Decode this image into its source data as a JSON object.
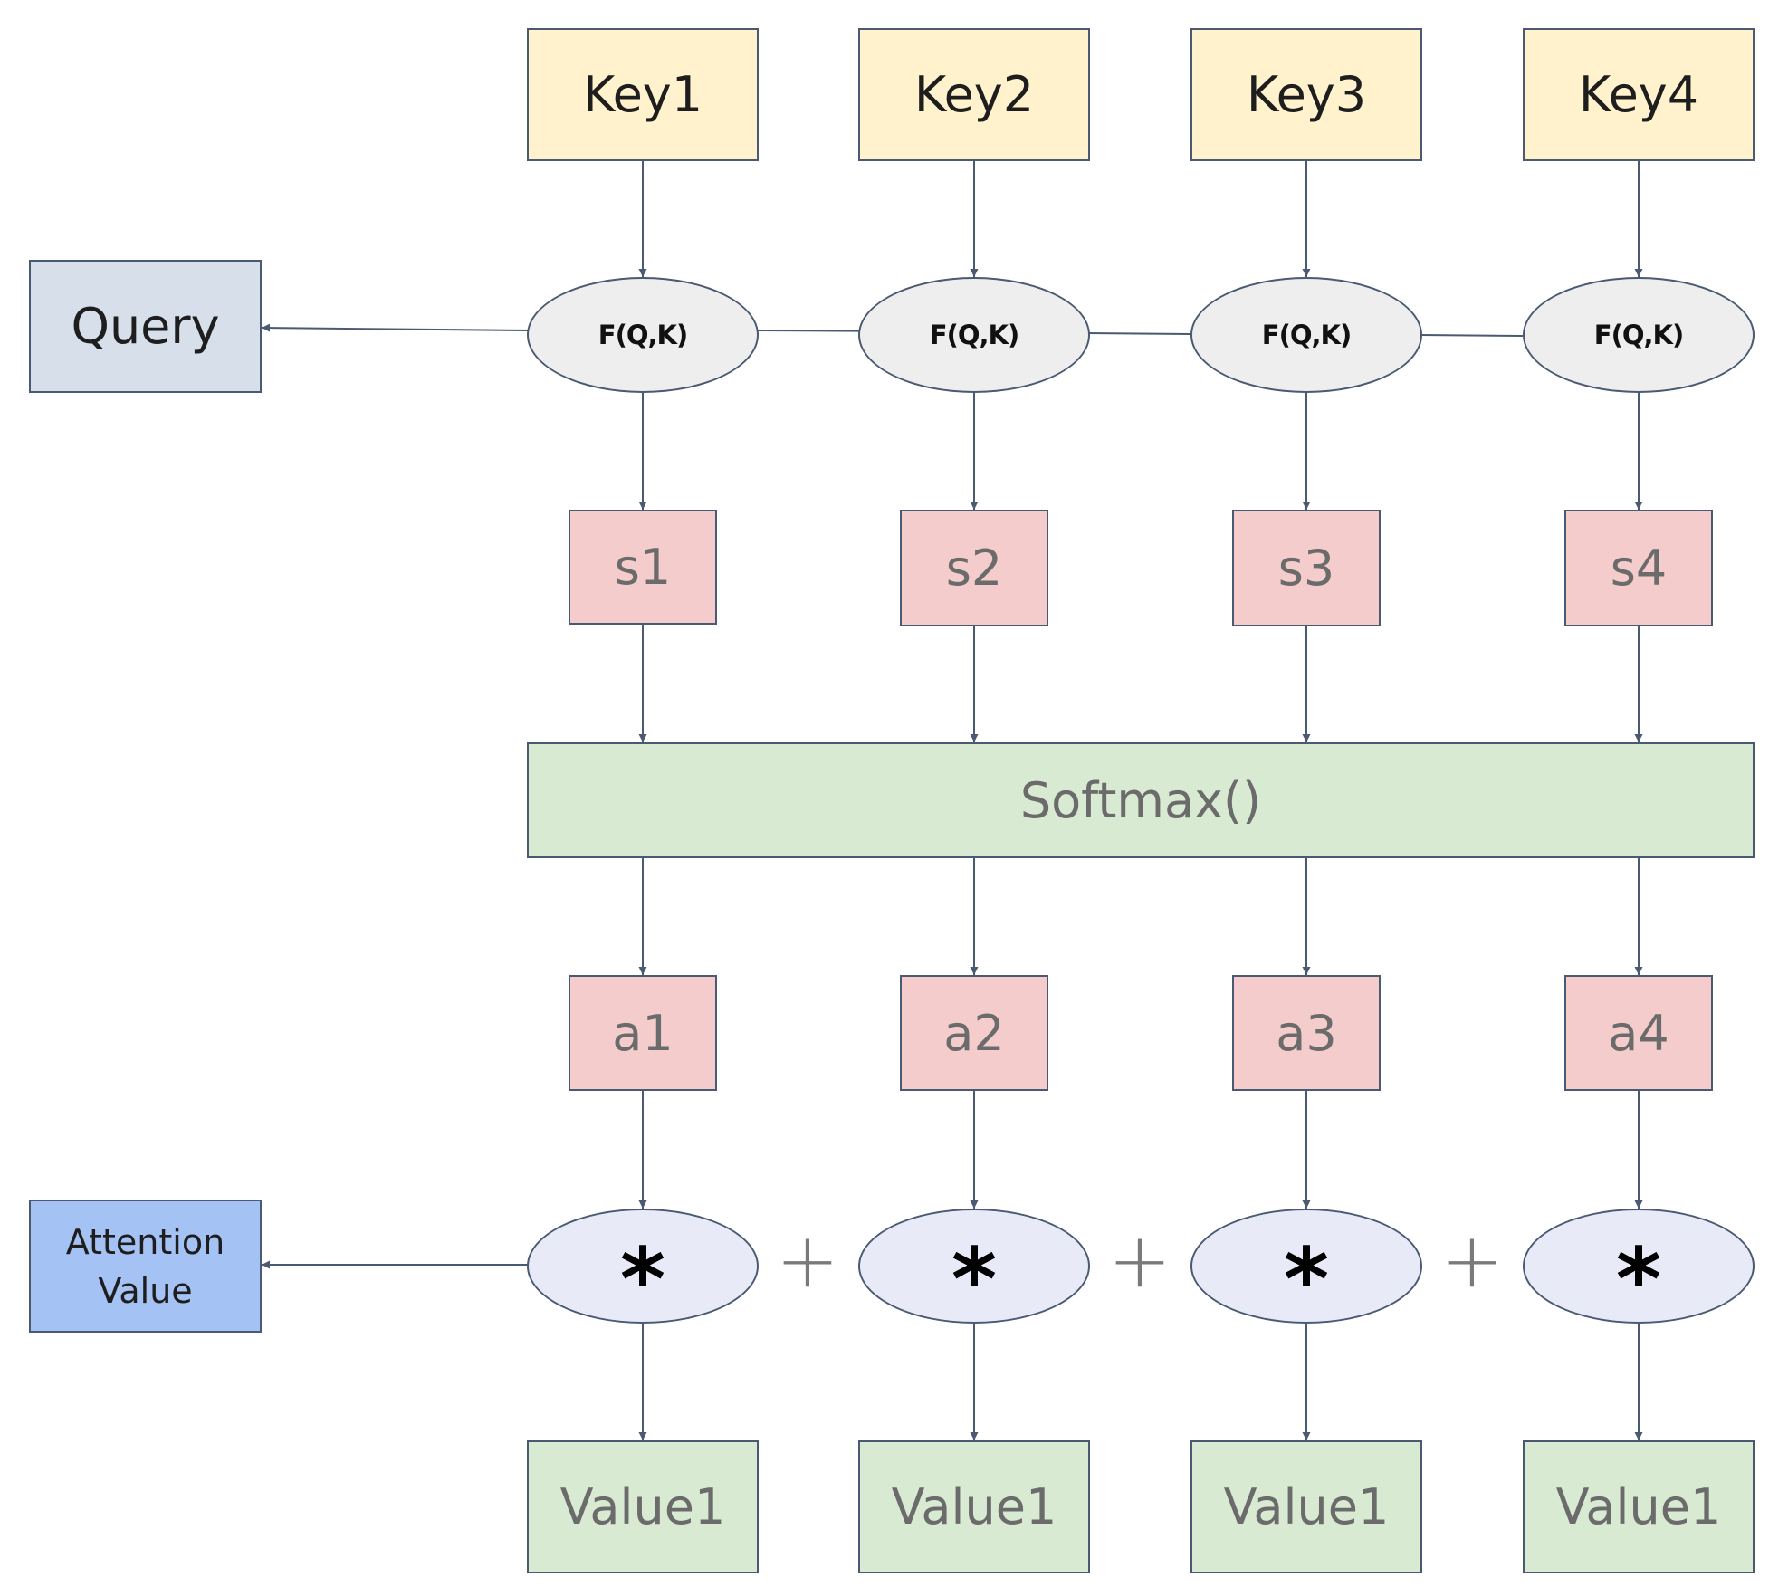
{
  "query": {
    "label": "Query"
  },
  "attention": {
    "label": "Attention\nValue"
  },
  "keys": [
    {
      "label": "Key1"
    },
    {
      "label": "Key2"
    },
    {
      "label": "Key3"
    },
    {
      "label": "Key4"
    }
  ],
  "score_funcs": [
    {
      "label": "F(Q,K)"
    },
    {
      "label": "F(Q,K)"
    },
    {
      "label": "F(Q,K)"
    },
    {
      "label": "F(Q,K)"
    }
  ],
  "scores": [
    {
      "label": "s1"
    },
    {
      "label": "s2"
    },
    {
      "label": "s3"
    },
    {
      "label": "s4"
    }
  ],
  "softmax": {
    "label": "Softmax()"
  },
  "weights": [
    {
      "label": "a1"
    },
    {
      "label": "a2"
    },
    {
      "label": "a3"
    },
    {
      "label": "a4"
    }
  ],
  "multiplies": [
    {
      "label": "*"
    },
    {
      "label": "*"
    },
    {
      "label": "*"
    },
    {
      "label": "*"
    }
  ],
  "plus_signs": [
    {
      "label": "+"
    },
    {
      "label": "+"
    },
    {
      "label": "+"
    }
  ],
  "values": [
    {
      "label": "Value1"
    },
    {
      "label": "Value1"
    },
    {
      "label": "Value1"
    },
    {
      "label": "Value1"
    }
  ],
  "colors": {
    "key_fill": "#fff2cc",
    "query_fill": "#d6dfea",
    "attention_fill": "#a4c2f4",
    "score_fill": "#f4cccc",
    "softmax_fill": "#d9ead3",
    "value_fill": "#d9ead3",
    "func_fill": "#eeeeee",
    "multiply_fill": "#e8eaf8",
    "stroke": "#4a5a72"
  }
}
